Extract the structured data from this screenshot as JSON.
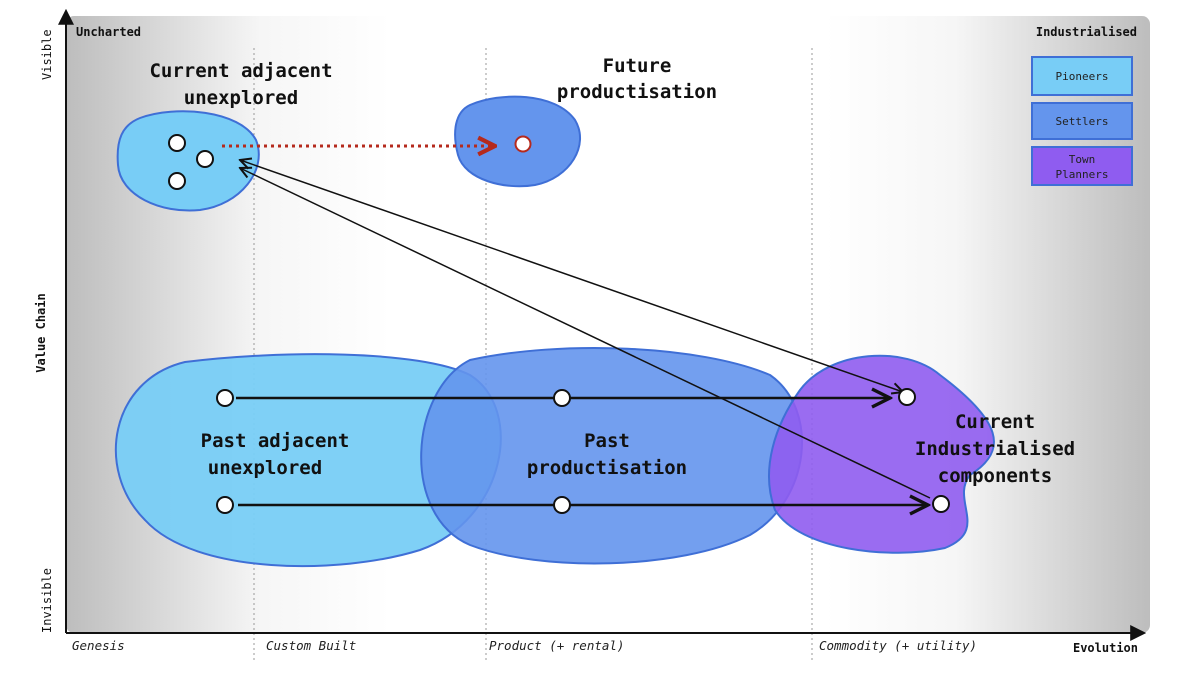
{
  "corners": {
    "top_left": "Uncharted",
    "top_right": "Industrialised"
  },
  "y_axis": {
    "label": "Value Chain",
    "top": "Visible",
    "bottom": "Invisible"
  },
  "x_axis": {
    "label": "Evolution",
    "stages": [
      "Genesis",
      "Custom Built",
      "Product (+ rental)",
      "Commodity (+ utility)"
    ]
  },
  "legend": [
    {
      "label": "Pioneers",
      "color": "#78cdf6"
    },
    {
      "label": "Settlers",
      "color": "#6495ed"
    },
    {
      "label": "Town",
      "label2": "Planners",
      "color": "#8f5cf0"
    }
  ],
  "regions": {
    "current_adjacent": {
      "line1": "Current adjacent",
      "line2": "unexplored"
    },
    "future_productisation": {
      "line1": "Future",
      "line2": "productisation"
    },
    "past_adjacent": {
      "line1": "Past adjacent",
      "line2": "unexplored"
    },
    "past_productisation": {
      "line1": "Past",
      "line2": "productisation"
    },
    "current_industrialised": {
      "line1": "Current",
      "line2": "Industrialised",
      "line3": "components"
    }
  },
  "colors": {
    "pioneers": "#78cdf6",
    "settlers": "#6495ed",
    "town_planners": "#8f5cf0",
    "dotted_arrow": "#b52a1d"
  }
}
